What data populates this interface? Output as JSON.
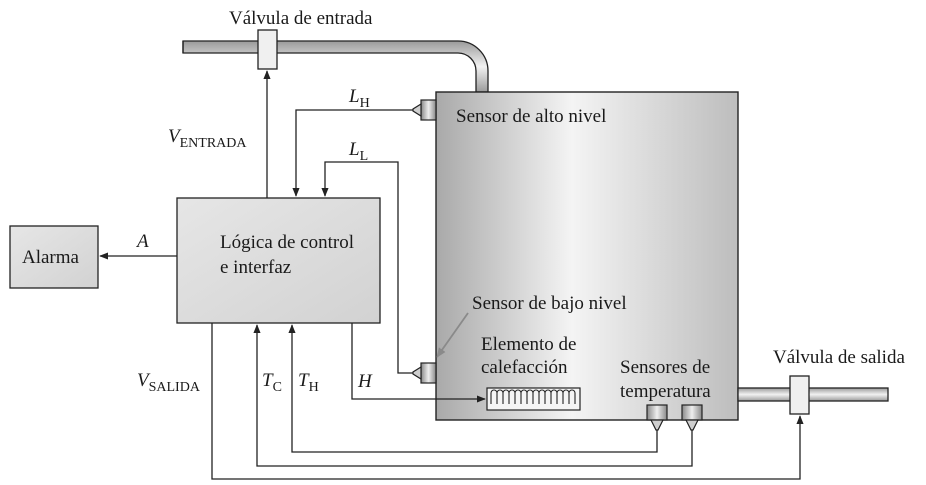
{
  "labels": {
    "inlet_valve": "Válvula de entrada",
    "outlet_valve": "Válvula de salida",
    "high_sensor": "Sensor de alto nivel",
    "low_sensor": "Sensor de bajo nivel",
    "heater_line1": "Elemento de",
    "heater_line2": "calefacción",
    "temp_line1": "Sensores de",
    "temp_line2": "temperatura",
    "control_line1": "Lógica de control",
    "control_line2": "e interfaz",
    "alarm": "Alarma"
  },
  "signals": {
    "v_entrada": {
      "main": "V",
      "sub": "ENTRADA"
    },
    "v_salida": {
      "main": "V",
      "sub": "SALIDA"
    },
    "l_high": {
      "main": "L",
      "sub": "H"
    },
    "l_low": {
      "main": "L",
      "sub": "L"
    },
    "t_cold": {
      "main": "T",
      "sub": "C"
    },
    "t_hot": {
      "main": "T",
      "sub": "H"
    },
    "alarm_signal": "A",
    "heat_signal": "H"
  }
}
